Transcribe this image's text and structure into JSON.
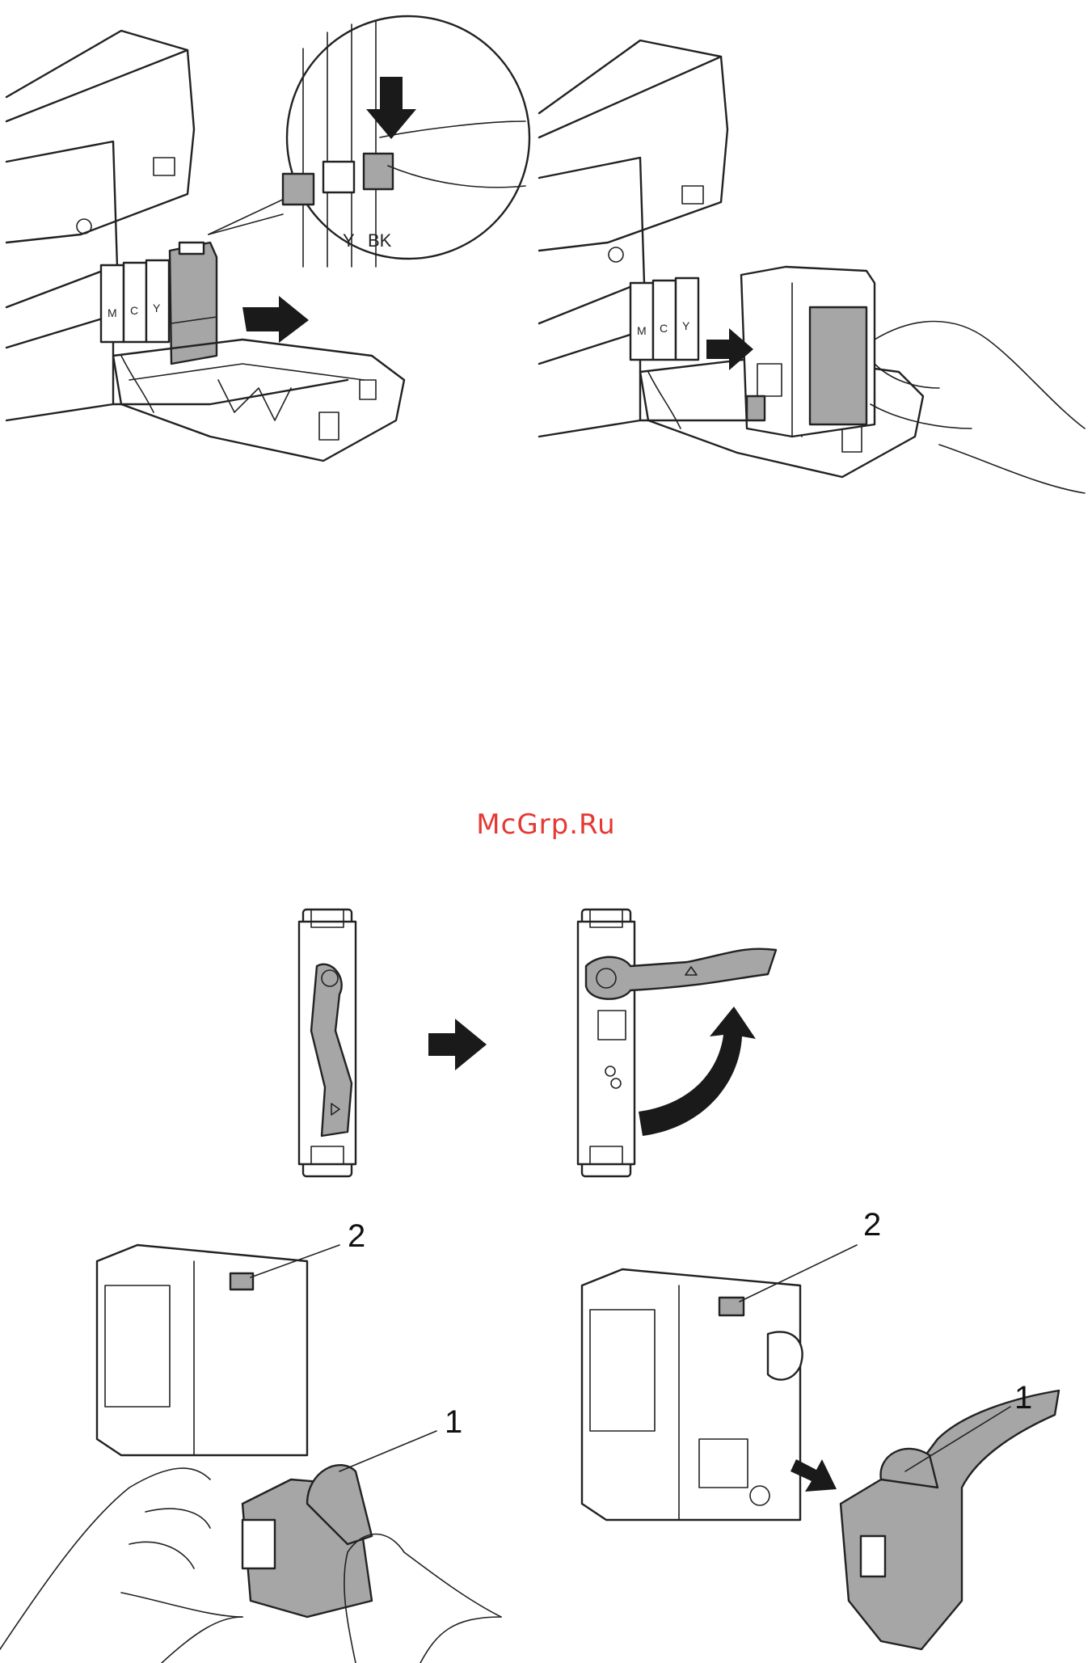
{
  "watermark": "McGrp.Ru",
  "printer_labels": {
    "m": "M",
    "c": "C",
    "y": "Y",
    "bk": "BK"
  },
  "callouts": {
    "bottom_left_2": "2",
    "bottom_left_1": "1",
    "bottom_right_2": "2",
    "bottom_right_1": "1"
  },
  "icons": {
    "push_arrow": "down-arrow-icon",
    "pull_arrow": "right-arrow-icon",
    "insert_arrow": "right-arrow-icon",
    "step_arrow": "right-arrow-icon",
    "rotate_arrow": "curved-arrow-icon",
    "remove_arrow": "right-arrow-icon"
  },
  "colors": {
    "watermark": "#e53935",
    "part_gray": "#a6a6a6"
  }
}
